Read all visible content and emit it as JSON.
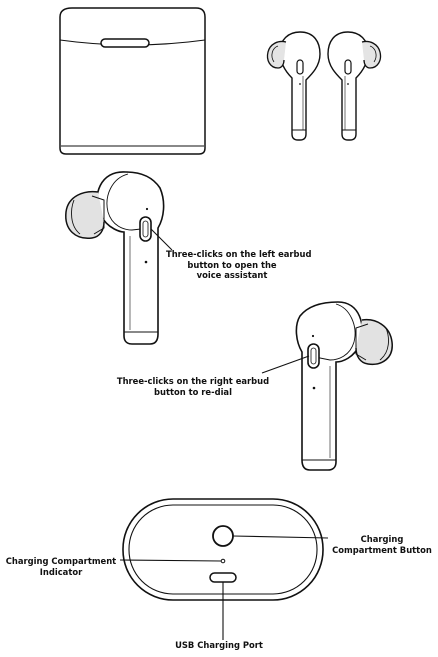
{
  "labels": {
    "left_earbud_line1": "Three-clicks on the left earbud",
    "left_earbud_line2": "button to open the",
    "left_earbud_line3": "voice assistant",
    "right_earbud_line1": "Three-clicks on the right earbud",
    "right_earbud_line2": "button to re-dial",
    "charging_button_line1": "Charging",
    "charging_button_line2": "Compartment Button",
    "charging_indicator_line1": "Charging Compartment",
    "charging_indicator_line2": "Indicator",
    "usb_port": "USB Charging Port"
  },
  "colors": {
    "ink": "#111111",
    "shading": "#dcdcdc",
    "background": "#ffffff"
  }
}
